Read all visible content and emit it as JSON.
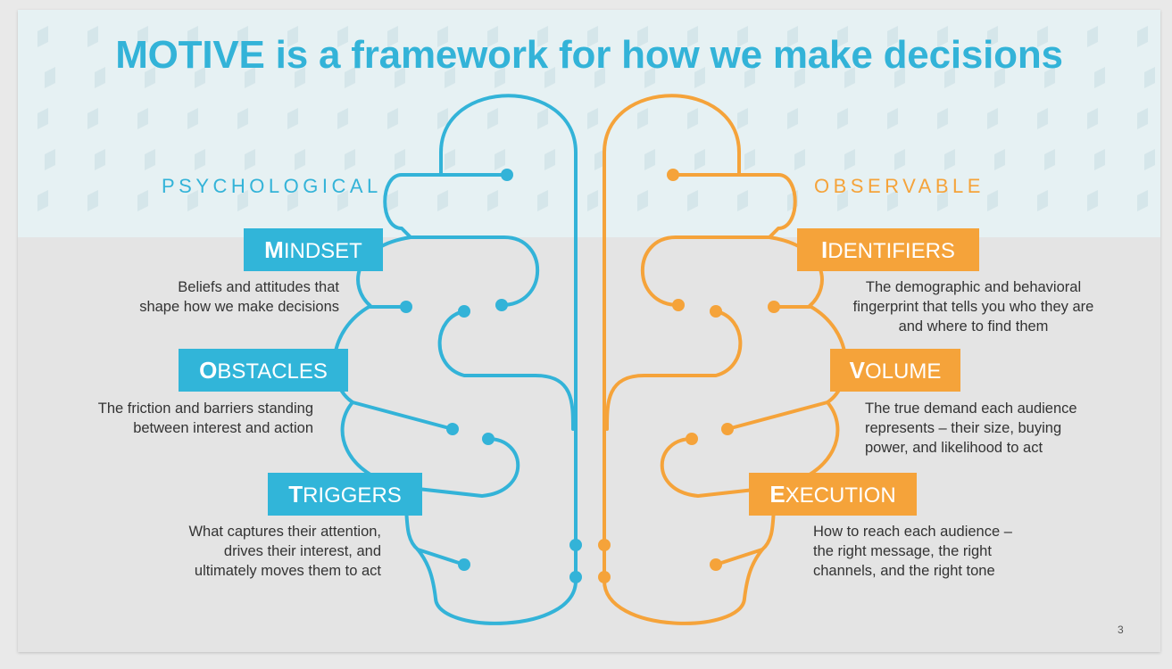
{
  "slide": {
    "title": "MOTIVE is a framework for how we make decisions",
    "page_number": "3"
  },
  "colors": {
    "psychological": "#33b3d8",
    "observable": "#f5a33a",
    "band": "#e6f1f3",
    "background": "#e4e4e4",
    "text": "#333333"
  },
  "psychological": {
    "label": "PSYCHOLOGICAL",
    "items": [
      {
        "initial": "M",
        "rest": "INDSET",
        "description": [
          "Beliefs and attitudes that",
          "shape how we make decisions"
        ]
      },
      {
        "initial": "O",
        "rest": "BSTACLES",
        "description": [
          "The friction and barriers standing",
          "between interest and action"
        ]
      },
      {
        "initial": "T",
        "rest": "RIGGERS",
        "description": [
          "What captures their attention,",
          "drives their interest, and",
          "ultimately moves them to act"
        ]
      }
    ]
  },
  "observable": {
    "label": "OBSERVABLE",
    "items": [
      {
        "initial": "I",
        "rest": "DENTIFIERS",
        "description": [
          "The demographic and behavioral",
          "fingerprint that tells you who they are",
          "and where to find them"
        ]
      },
      {
        "initial": "V",
        "rest": "OLUME",
        "description": [
          "The true demand each audience",
          "represents – their size, buying",
          "power, and likelihood to act"
        ]
      },
      {
        "initial": "E",
        "rest": "XECUTION",
        "description": [
          "How to reach each audience –",
          "the right message, the right",
          "channels, and the right tone"
        ]
      }
    ]
  }
}
